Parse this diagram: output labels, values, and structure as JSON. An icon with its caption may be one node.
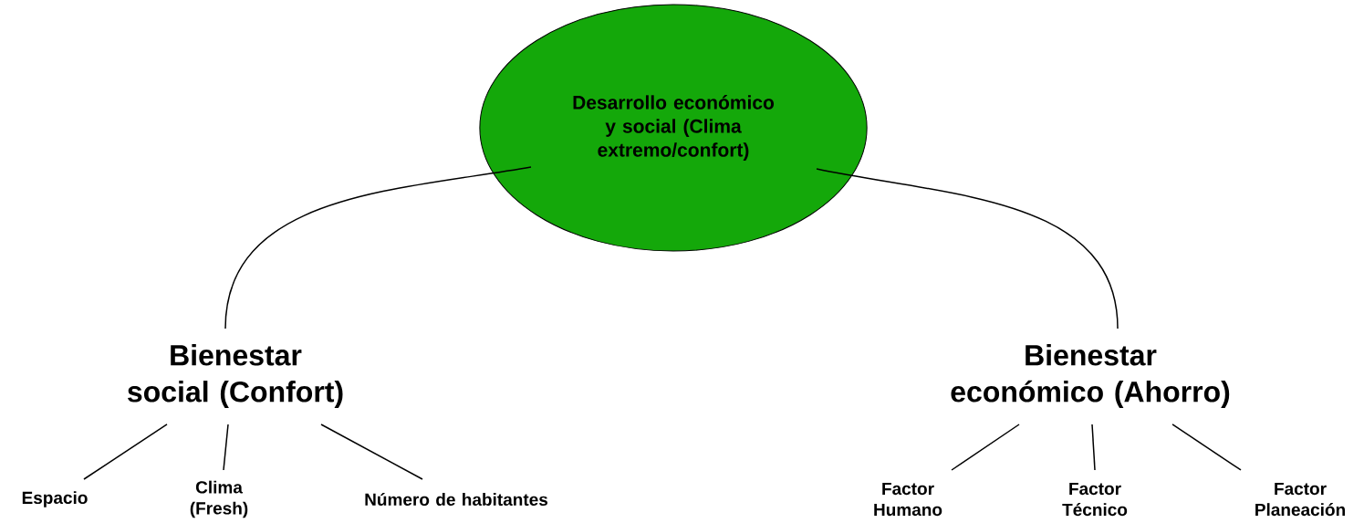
{
  "diagram": {
    "nodes": [
      {
        "text": [
          "Desarrollo económico y social (Clima extremo/confort)"
        ]
      },
      {
        "text": [
          "Bienestar social (Confort)"
        ]
      },
      {
        "text": [
          "Bienestar económico (Ahorro)"
        ]
      },
      {
        "text": [
          "Espacio"
        ]
      },
      {
        "text": [
          "Clima (Fresh)"
        ]
      },
      {
        "text": [
          "Número de habitantes"
        ]
      },
      {
        "text": [
          "Factor Humano"
        ]
      },
      {
        "text": [
          "Factor Técnico"
        ]
      },
      {
        "text": [
          "Factor Planeación"
        ]
      }
    ],
    "edges": [
      {
        "from": 0,
        "to": 1,
        "arrow": "none"
      },
      {
        "from": 0,
        "to": 2,
        "arrow": "none"
      },
      {
        "from": 1,
        "to": 3,
        "arrow": "none"
      },
      {
        "from": 1,
        "to": 4,
        "arrow": "none"
      },
      {
        "from": 1,
        "to": 5,
        "arrow": "none"
      },
      {
        "from": 2,
        "to": 6,
        "arrow": "none"
      },
      {
        "from": 2,
        "to": 7,
        "arrow": "none"
      },
      {
        "from": 2,
        "to": 8,
        "arrow": "none"
      }
    ]
  }
}
